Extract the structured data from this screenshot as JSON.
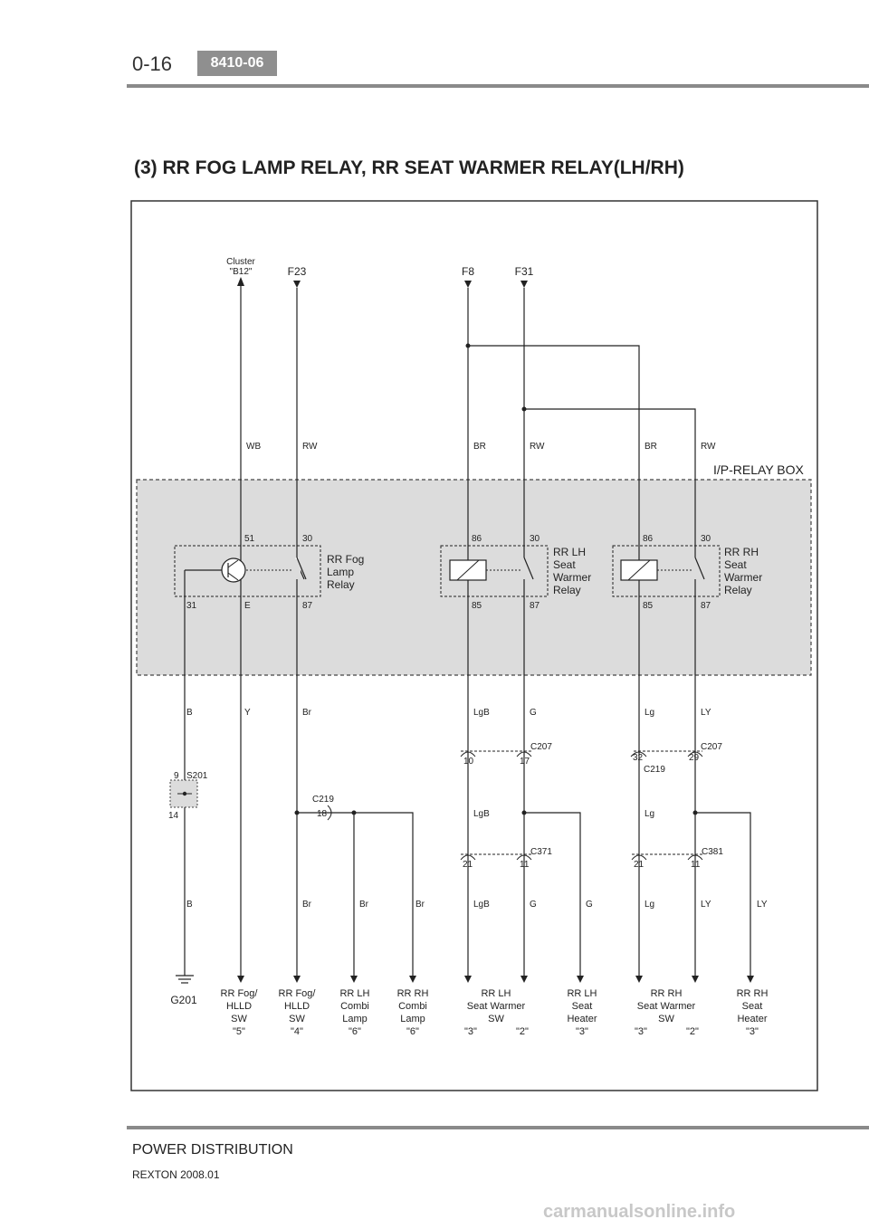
{
  "header": {
    "page_number": "0-16",
    "section_code": "8410-06"
  },
  "title": "(3) RR FOG LAMP RELAY, RR SEAT WARMER RELAY(LH/RH)",
  "diagram": {
    "sources": {
      "cluster_l1": "Cluster",
      "cluster_l2": "\"B12\"",
      "f23": "F23",
      "f8": "F8",
      "f31": "F31"
    },
    "upper_wires": [
      "WB",
      "RW",
      "BR",
      "RW",
      "BR",
      "RW"
    ],
    "relay_box": "I/P-RELAY BOX",
    "fog_relay": {
      "label": [
        "RR Fog",
        "Lamp",
        "Relay"
      ],
      "pins": [
        "51",
        "30",
        "31",
        "E",
        "87"
      ]
    },
    "lh_relay": {
      "label": [
        "RR LH",
        "Seat",
        "Warmer",
        "Relay"
      ],
      "pins": [
        "86",
        "30",
        "85",
        "87"
      ]
    },
    "rh_relay": {
      "label": [
        "RR RH",
        "Seat",
        "Warmer",
        "Relay"
      ],
      "pins": [
        "86",
        "30",
        "85",
        "87"
      ]
    },
    "mid_wires": [
      "B",
      "Y",
      "Br",
      "LgB",
      "G",
      "Lg",
      "LY"
    ],
    "connectors": {
      "c207a": "C207",
      "c207a_pins": [
        "10",
        "17"
      ],
      "c219a": "C219",
      "c219a_pins": [
        "32"
      ],
      "c207b": "C207",
      "c207b_pins": [
        "29"
      ],
      "s201": "S201",
      "s201_pins": [
        "9",
        "14"
      ],
      "c219b": "C219",
      "c219b_pins": [
        "18"
      ],
      "c371": "C371",
      "c371_pins": [
        "21",
        "11"
      ],
      "c381": "C381",
      "c381_pins": [
        "21",
        "11"
      ]
    },
    "lower_wires": [
      "LgB",
      "Lg"
    ],
    "bottom_wires": [
      "B",
      "Br",
      "Br",
      "Br",
      "LgB",
      "G",
      "G",
      "Lg",
      "LY",
      "LY"
    ],
    "ground": "G201",
    "destinations": [
      {
        "lines": [
          "RR Fog/",
          "HLLD",
          "SW",
          "\"5\""
        ]
      },
      {
        "lines": [
          "RR Fog/",
          "HLLD",
          "SW",
          "\"4\""
        ]
      },
      {
        "lines": [
          "RR LH",
          "Combi",
          "Lamp",
          "\"6\""
        ]
      },
      {
        "lines": [
          "RR RH",
          "Combi",
          "Lamp",
          "\"6\""
        ]
      },
      {
        "lines": [
          "RR LH",
          "Seat Warmer",
          "SW"
        ],
        "pins": [
          "\"3\"",
          "\"2\""
        ]
      },
      {
        "lines": [
          "RR LH",
          "Seat",
          "Heater",
          "\"3\""
        ]
      },
      {
        "lines": [
          "RR RH",
          "Seat Warmer",
          "SW"
        ],
        "pins": [
          "\"3\"",
          "\"2\""
        ]
      },
      {
        "lines": [
          "RR RH",
          "Seat",
          "Heater",
          "\"3\""
        ]
      }
    ]
  },
  "footer": {
    "section": "POWER DISTRIBUTION",
    "model": "REXTON 2008.01"
  },
  "watermark": "carmanualsonline.info"
}
